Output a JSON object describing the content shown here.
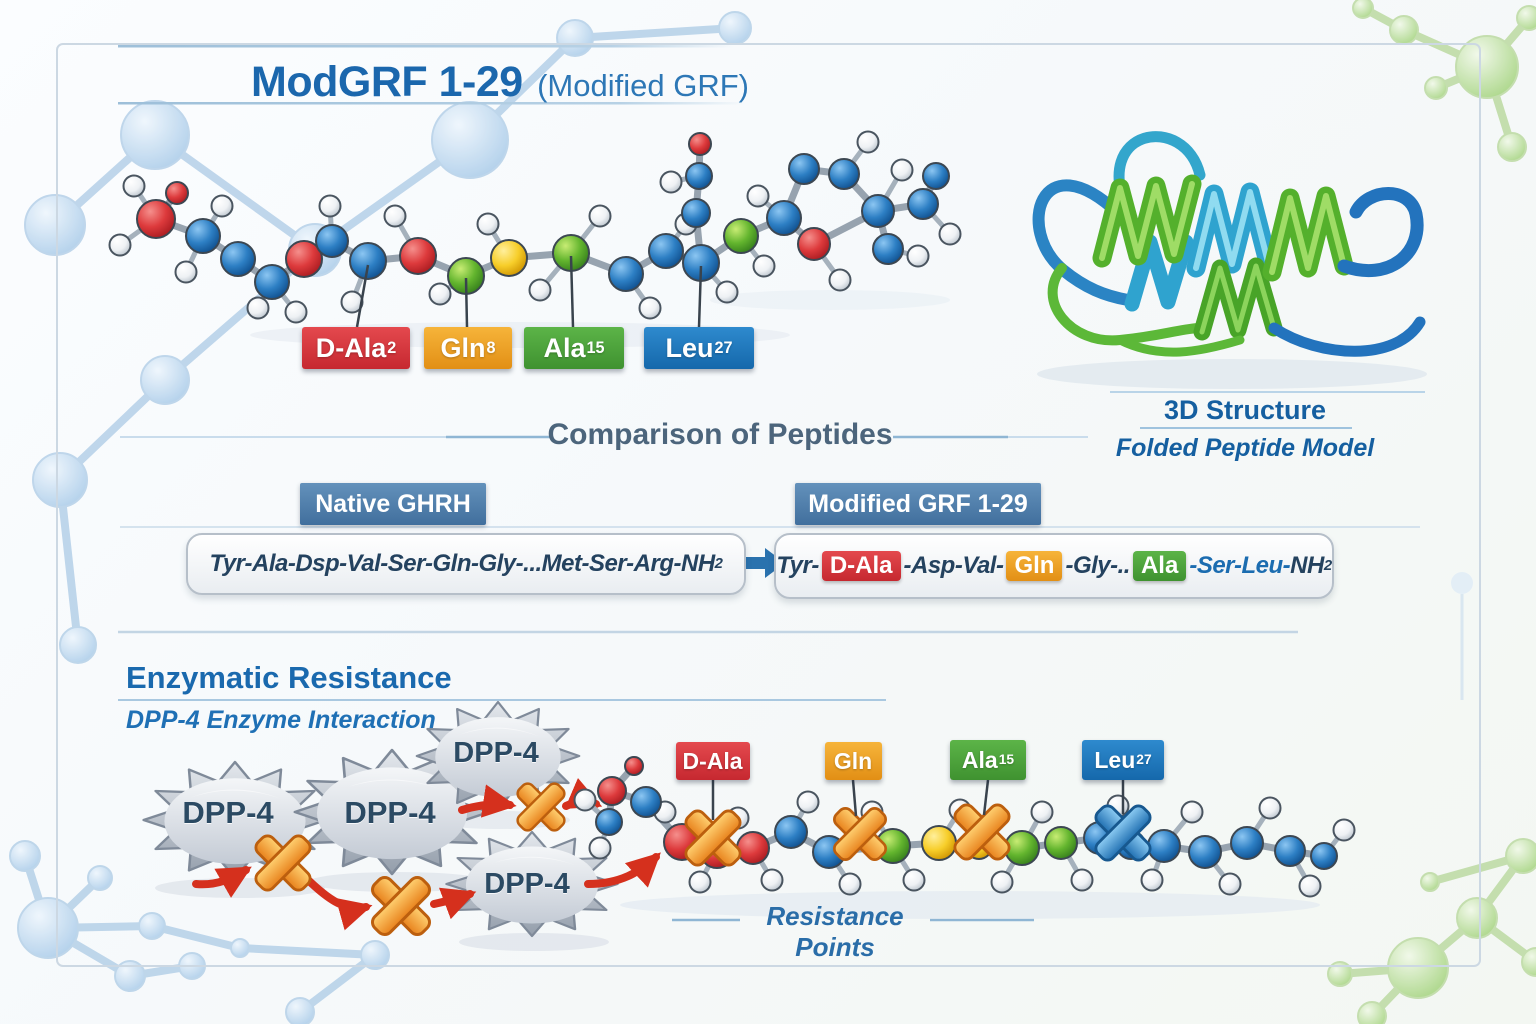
{
  "header": {
    "title": "ModGRF 1-29",
    "title_note": "(Modified GRF)"
  },
  "top_chain": {
    "residue_labels": [
      {
        "text": "D-Ala",
        "sup": "2",
        "color": "#d8353b"
      },
      {
        "text": "Gln",
        "sup": "8",
        "color": "#f0a125"
      },
      {
        "text": "Ala",
        "sup": "15",
        "color": "#4ba238"
      },
      {
        "text": "Leu",
        "sup": "27",
        "color": "#1a77c0"
      }
    ]
  },
  "structure_3d": {
    "title": "3D Structure",
    "subtitle": "Folded Peptide Model"
  },
  "comparison": {
    "title": "Comparison of Peptides",
    "native": {
      "header": "Native GHRH",
      "sequence": "Tyr-Ala-Dsp-Val-Ser-Gln-Gly-...Met-Ser-Arg-",
      "amide": "NH",
      "amide_sub": "2"
    },
    "modified": {
      "header": "Modified GRF 1-29",
      "segments": [
        {
          "text": "Tyr-",
          "highlight": ""
        },
        {
          "text": "D-Ala",
          "highlight": "#d8353b"
        },
        {
          "text": "-Asp-Val-",
          "highlight": ""
        },
        {
          "text": "Gln",
          "highlight": "#f0a125"
        },
        {
          "text": "-Gly-..",
          "highlight": ""
        },
        {
          "text": "Ala",
          "highlight": "#4ba238"
        },
        {
          "text": "-Ser-Leu-",
          "highlight": ""
        }
      ],
      "amide": "NH",
      "amide_sub": "2"
    }
  },
  "enzymatic": {
    "title": "Enzymatic Resistance",
    "subtitle": "DPP-4 Enzyme Interaction",
    "enzyme_label": "DPP-4",
    "caption": "Resistance Points",
    "residue_labels": [
      {
        "text": "D-Ala",
        "sup": "",
        "color": "#d8353b"
      },
      {
        "text": "Gln",
        "sup": "",
        "color": "#f0a125"
      },
      {
        "text": "Ala",
        "sup": "15",
        "color": "#4ba238"
      },
      {
        "text": "Leu",
        "sup": "27",
        "color": "#1a77c0"
      }
    ]
  },
  "colors": {
    "accent_blue": "#1a69ae",
    "slate_heading": "#4c657c",
    "badge_red": "#d8353b",
    "badge_orange": "#f0a125",
    "badge_green": "#4ba238",
    "badge_blue": "#1a77c0",
    "x_orange": "#f08a1d",
    "x_blue": "#2b87cf",
    "arrow_red": "#d5301d",
    "enzyme_gray": "#b4bcc7"
  }
}
